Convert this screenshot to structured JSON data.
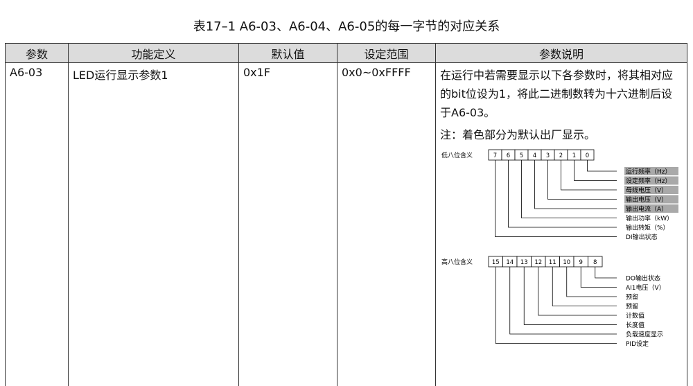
{
  "title": "表17–1 A6-03、A6-04、A6-05的每一字节的对应关系",
  "table": {
    "headers": [
      "参数",
      "功能定义",
      "默认值",
      "设定范围",
      "参数说明"
    ],
    "row": {
      "param": "A6-03",
      "function": "LED运行显示参数1",
      "default": "0x1F",
      "range": "0x0~0xFFFF",
      "desc_para": "在运行中若需要显示以下各参数时，将其相对应的bit位设为1，将此二进制数转为十六进制后设于A6-03。",
      "note": "注：着色部分为默认出厂显示。"
    }
  },
  "diagram": {
    "low_label": "低八位含义",
    "high_label": "高八位含义",
    "low_bits": [
      "7",
      "6",
      "5",
      "4",
      "3",
      "2",
      "1",
      "0"
    ],
    "high_bits": [
      "15",
      "14",
      "13",
      "12",
      "11",
      "10",
      "9",
      "8"
    ],
    "low_items": [
      {
        "label": "运行频率（Hz）",
        "highlight": true
      },
      {
        "label": "设定频率（Hz）",
        "highlight": true
      },
      {
        "label": "母线电压（V）",
        "highlight": true
      },
      {
        "label": "输出电压（V）",
        "highlight": true
      },
      {
        "label": "输出电流（A）",
        "highlight": true
      },
      {
        "label": "输出功率（kW）",
        "highlight": false
      },
      {
        "label": "输出转矩（%）",
        "highlight": false
      },
      {
        "label": "DI输出状态",
        "highlight": false
      }
    ],
    "high_items": [
      {
        "label": "DO输出状态"
      },
      {
        "label": "AI1电压（V）"
      },
      {
        "label": "预留"
      },
      {
        "label": "预留"
      },
      {
        "label": "计数值"
      },
      {
        "label": "长度值"
      },
      {
        "label": "负载速度显示"
      },
      {
        "label": "PID设定"
      }
    ],
    "highlight_color": "#a9a9a9"
  }
}
